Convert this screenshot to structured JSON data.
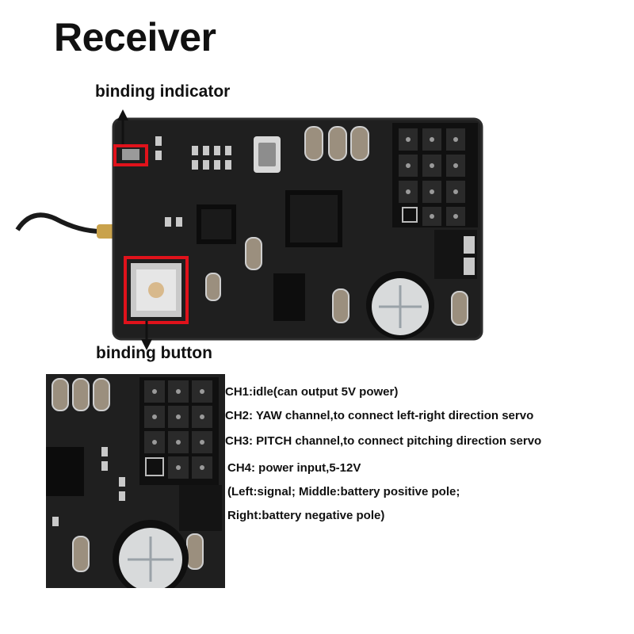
{
  "title": "Receiver",
  "callouts": {
    "indicator": "binding indicator",
    "button": "binding button"
  },
  "channels": [
    "CH1:idle(can output 5V power)",
    "CH2: YAW channel,to connect left-right direction servo",
    "CH3: PITCH channel,to connect pitching direction servo",
    "CH4: power input,5-12V",
    "(Left:signal; Middle:battery positive pole;",
    "Right:battery negative pole)"
  ],
  "colors": {
    "pcb": "#1f1f1f",
    "highlight": "#e0121b",
    "pin": "#151515",
    "capacitor": "#d8dadb"
  },
  "icons": [
    "antenna-cable-icon",
    "push-button-icon",
    "capacitor-icon",
    "pin-header-icon"
  ]
}
